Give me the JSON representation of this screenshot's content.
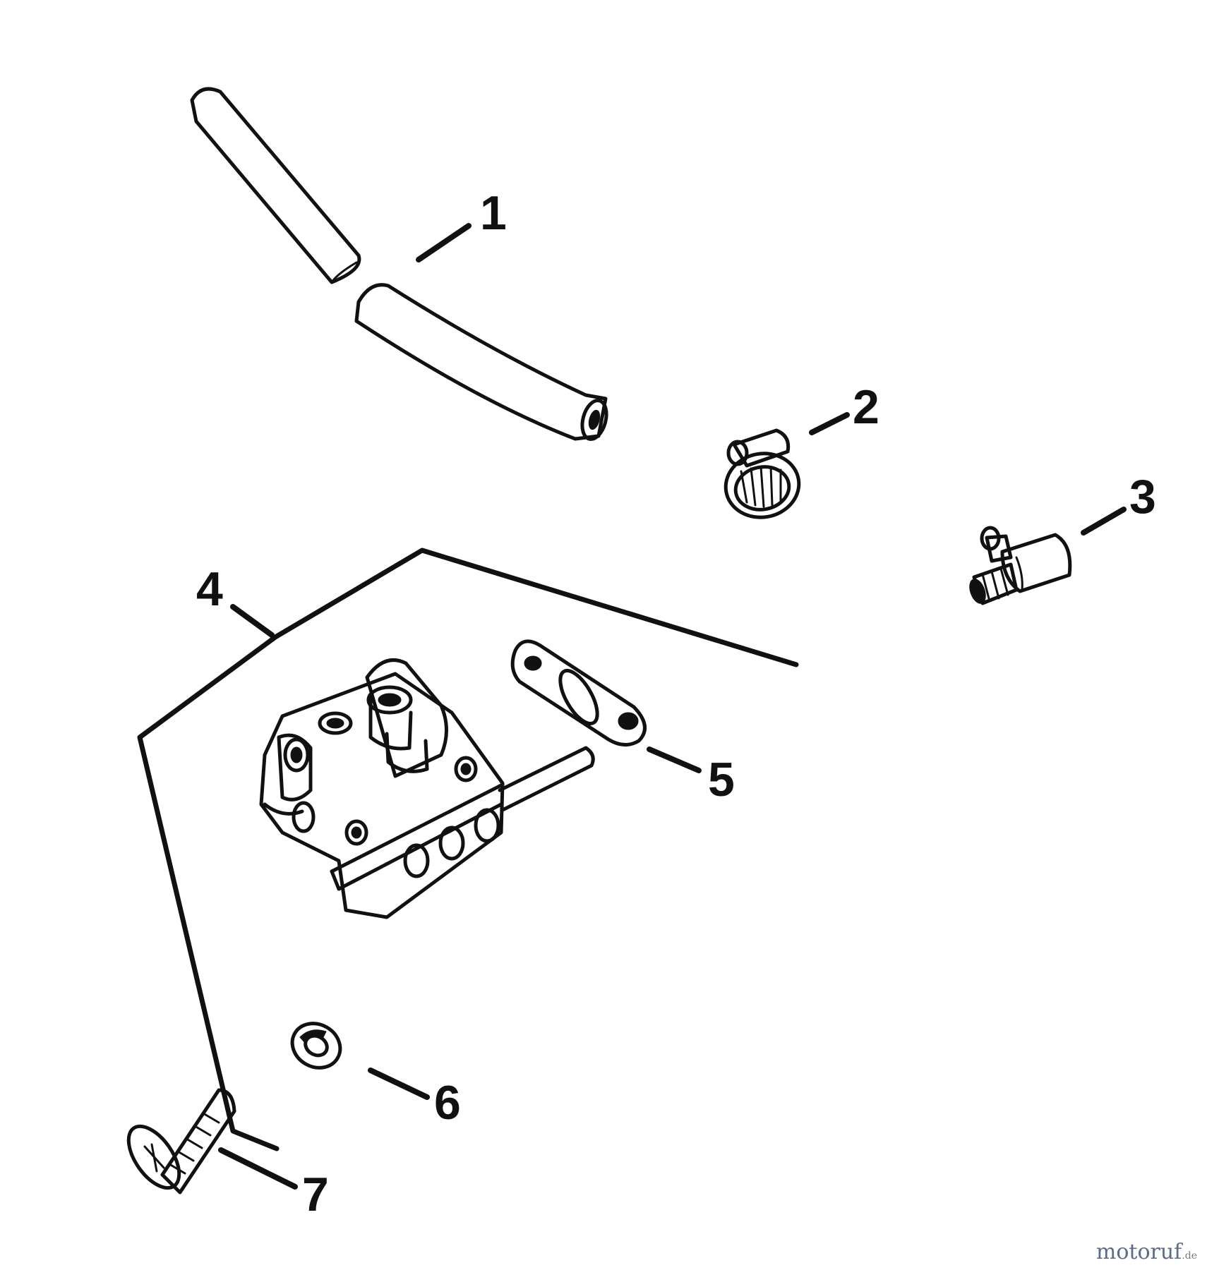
{
  "parts": [
    {
      "id": "fuel-line",
      "label": "1"
    },
    {
      "id": "hose-clamp",
      "label": "2"
    },
    {
      "id": "elbow-fitting",
      "label": "3"
    },
    {
      "id": "fuel-pump-assembly",
      "label": "4"
    },
    {
      "id": "gasket",
      "label": "5"
    },
    {
      "id": "washer",
      "label": "6"
    },
    {
      "id": "screw",
      "label": "7"
    }
  ],
  "watermark": {
    "text": "motoruf",
    "suffix": ".de"
  }
}
